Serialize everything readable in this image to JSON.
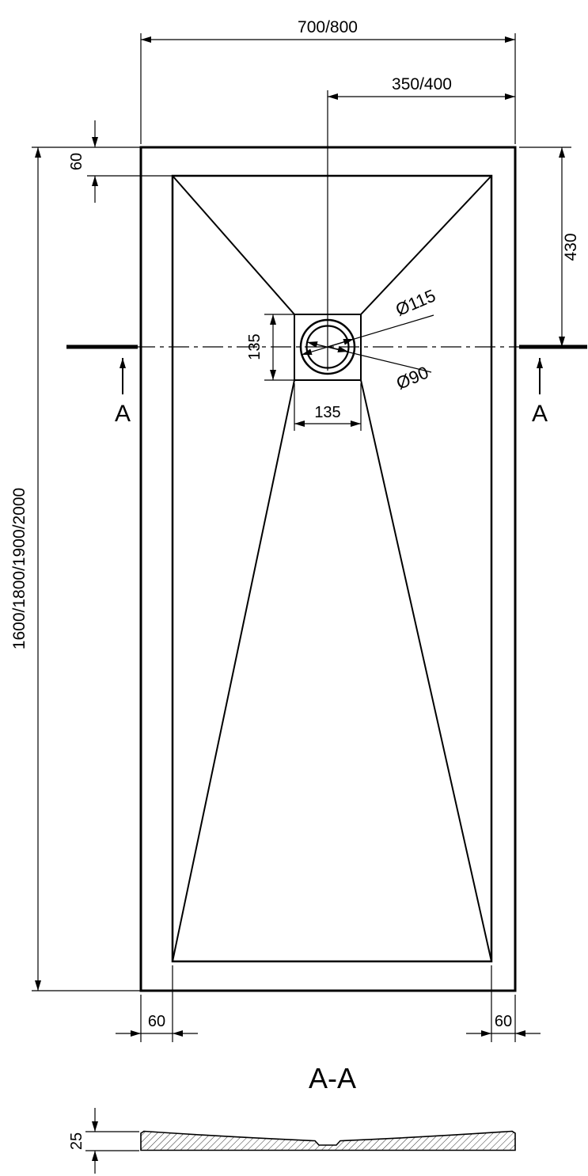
{
  "drawing": {
    "dims": {
      "width_top": "700/800",
      "width_half": "350/400",
      "edge_top": "60",
      "drain_from_top": "430",
      "drain_height": "135",
      "drain_width": "135",
      "dia_outer": "Ø115",
      "dia_inner": "Ø90",
      "length": "1600/1800/1900/2000",
      "edge_bottom_left": "60",
      "edge_bottom_right": "60",
      "thickness": "25"
    },
    "section": {
      "title": "A-A",
      "cut_label_left": "A",
      "cut_label_right": "A"
    }
  }
}
